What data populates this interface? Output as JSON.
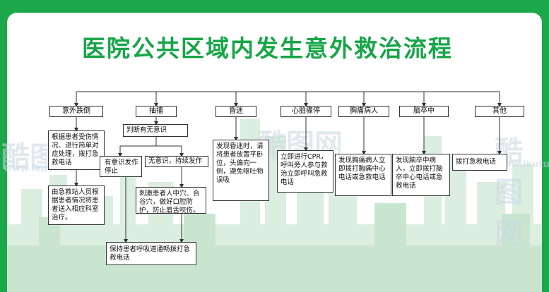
{
  "title": "医院公共区域内发生意外救治流程",
  "watermark": {
    "brand": "酷图网",
    "url": "www.ikutu.com"
  },
  "colors": {
    "background": "#1aa84a",
    "title": "#17a548",
    "line": "#333333"
  },
  "categories": [
    {
      "label": "意外跌倒"
    },
    {
      "label": "抽搐"
    },
    {
      "label": "昏迷"
    },
    {
      "label": "心脏骤停"
    },
    {
      "label": "胸痛病人"
    },
    {
      "label": "脑卒中"
    },
    {
      "label": "其他"
    }
  ],
  "fall": {
    "step1": "根据患者受伤情况、进行简单对症处理，拨打急救电话",
    "step2": "由急救站人员根据患者情况将患者送入相应科室治疗。"
  },
  "seizure": {
    "judge": "判断有无意识",
    "conscious": "有意识发作停止",
    "unconscious": "无意识，持续发作",
    "action": "刺激患者人中穴、合谷穴，做好口腔防护，防止唇舌咬伤。",
    "final": "保持患者呼吸道通畅拨打急救电话"
  },
  "coma": {
    "text": "发现昏迷时，请将患者放置平卧位，头偏向一侧，避免呕吐物误吸"
  },
  "cardiac": {
    "text": "立即进行CPR，呼叫旁人参与救治立即呼叫急救电话"
  },
  "chest": {
    "text": "发现胸痛病人立即拨打胸痛中心电话或急救电话"
  },
  "stroke": {
    "text": "发现脑卒中病人，立即拨打脑卒中心电话或急救电话"
  },
  "other": {
    "text": "拨打急救电话"
  }
}
